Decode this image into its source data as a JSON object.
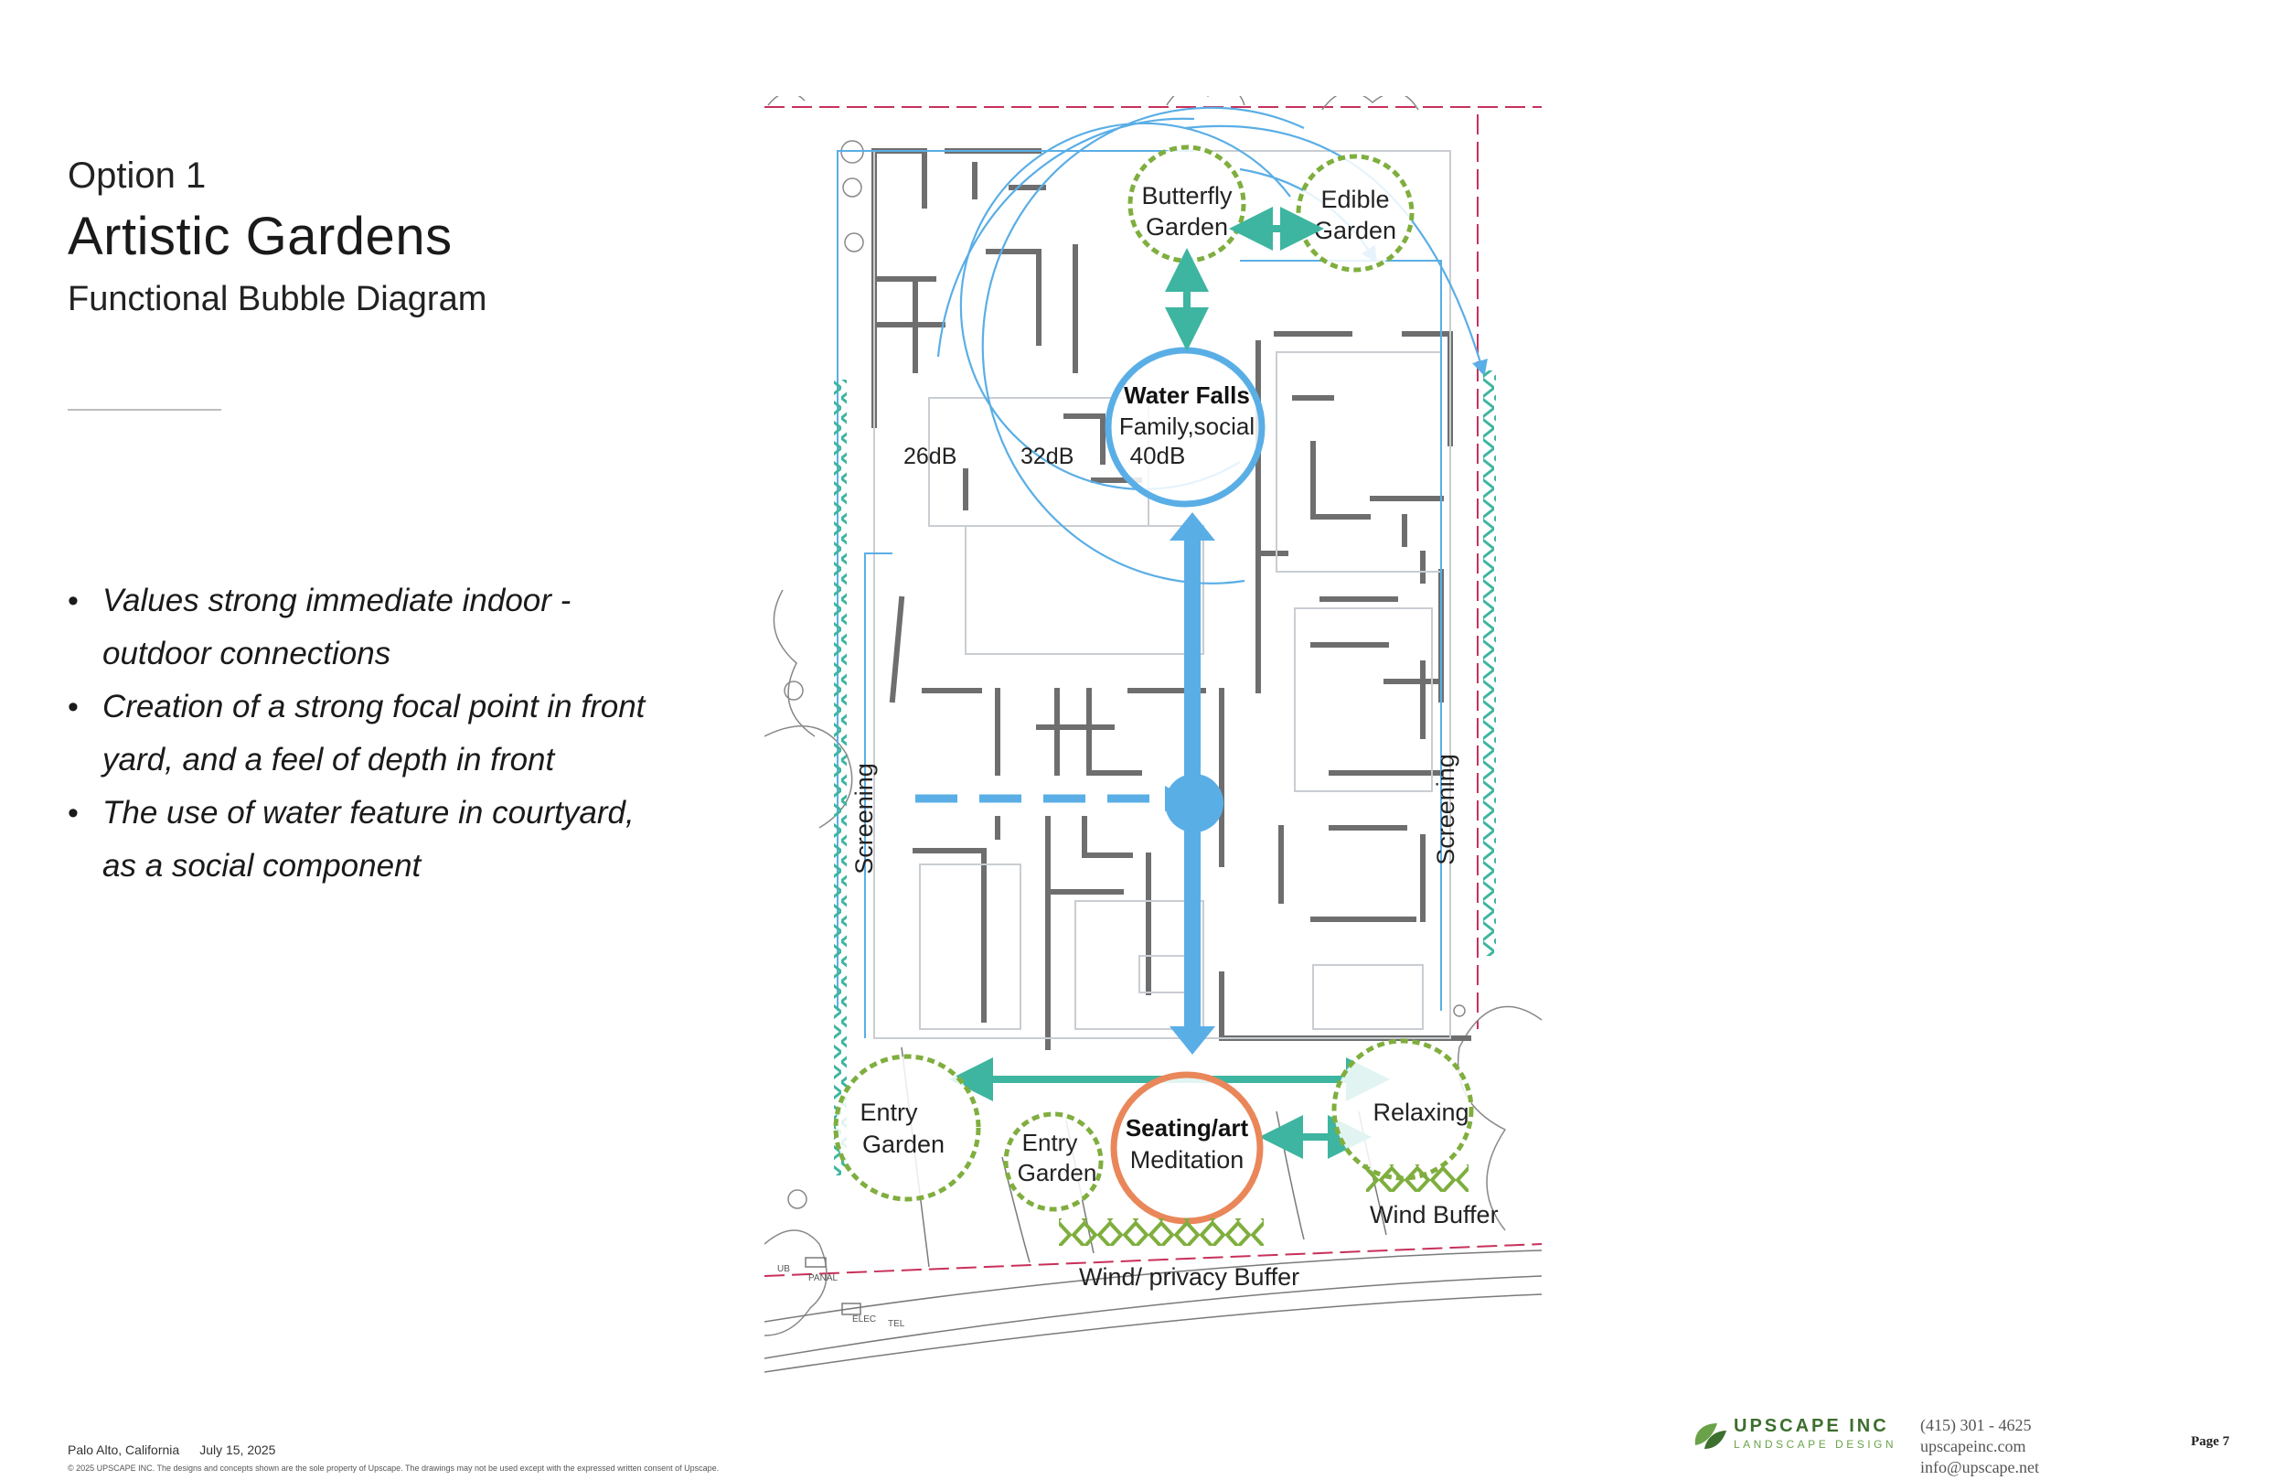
{
  "header": {
    "option": "Option 1",
    "title": "Artistic Gardens",
    "subtitle": "Functional Bubble Diagram"
  },
  "bullets": [
    "Values strong immediate indoor - outdoor connections",
    "Creation of a strong focal point in front yard, and a feel of depth in front",
    "The use of water feature in courtyard, as a social component"
  ],
  "diagram": {
    "bubbles": {
      "butterfly": [
        "Butterfly",
        "Garden"
      ],
      "edible": [
        "Edible",
        "Garden"
      ],
      "water_title": "Water Falls",
      "water_sub": "Family,social",
      "water_db": "40dB",
      "entry_left": [
        "Entry",
        "Garden"
      ],
      "entry_mid": [
        "Entry",
        "Garden"
      ],
      "seating_title": "Seating/art",
      "seating_sub": "Meditation",
      "relaxing": "Relaxing"
    },
    "noise": [
      "26dB",
      "32dB"
    ],
    "screening_left": "Screening",
    "screening_right": "Screening",
    "wind_buffer": "Wind Buffer",
    "wind_privacy": "Wind/ privacy Buffer",
    "plan_labels": {
      "ub": "UB",
      "panal": "PANAL",
      "elec": "ELEC",
      "tel": "TEL"
    },
    "colors": {
      "teal": "#3eb5a0",
      "blue": "#5aaee6",
      "orange": "#e9875a",
      "green": "#7fae3e",
      "property_line": "#c8305a"
    }
  },
  "footer": {
    "location": "Palo Alto, California",
    "date": "July 15, 2025",
    "copyright": "© 2025 UPSCAPE INC. The designs and concepts shown are the sole property of Upscape. The drawings may not be used except with the expressed written consent of Upscape.",
    "company": "UPSCAPE INC",
    "tagline": "LANDSCAPE DESIGN",
    "phone": "(415) 301 - 4625",
    "web": "upscapeinc.com",
    "email": "info@upscape.net",
    "page": "Page 7"
  }
}
